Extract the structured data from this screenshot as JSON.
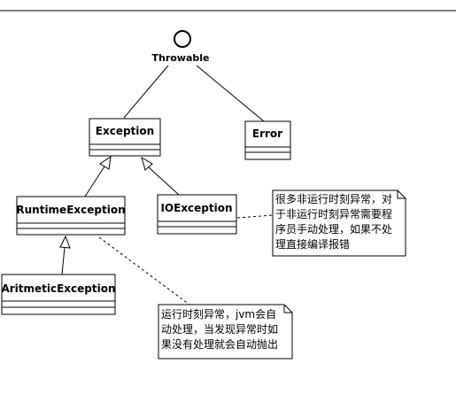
{
  "interface": {
    "name": "Throwable"
  },
  "classes": {
    "exception": "Exception",
    "error": "Error",
    "runtime_exception": "RuntimeException",
    "io_exception": "IOException",
    "arithmetic_exception": "AritmeticException"
  },
  "notes": {
    "checked": [
      "很多非运行时刻异常，对",
      "于非运行时刻异常需要程",
      "序员手动处理，如果不处",
      "理直接编译报错"
    ],
    "runtime": [
      "运行时刻异常，jvm会自",
      "动处理，当发现异常时如",
      "果没有处理就会自动抛出"
    ]
  }
}
